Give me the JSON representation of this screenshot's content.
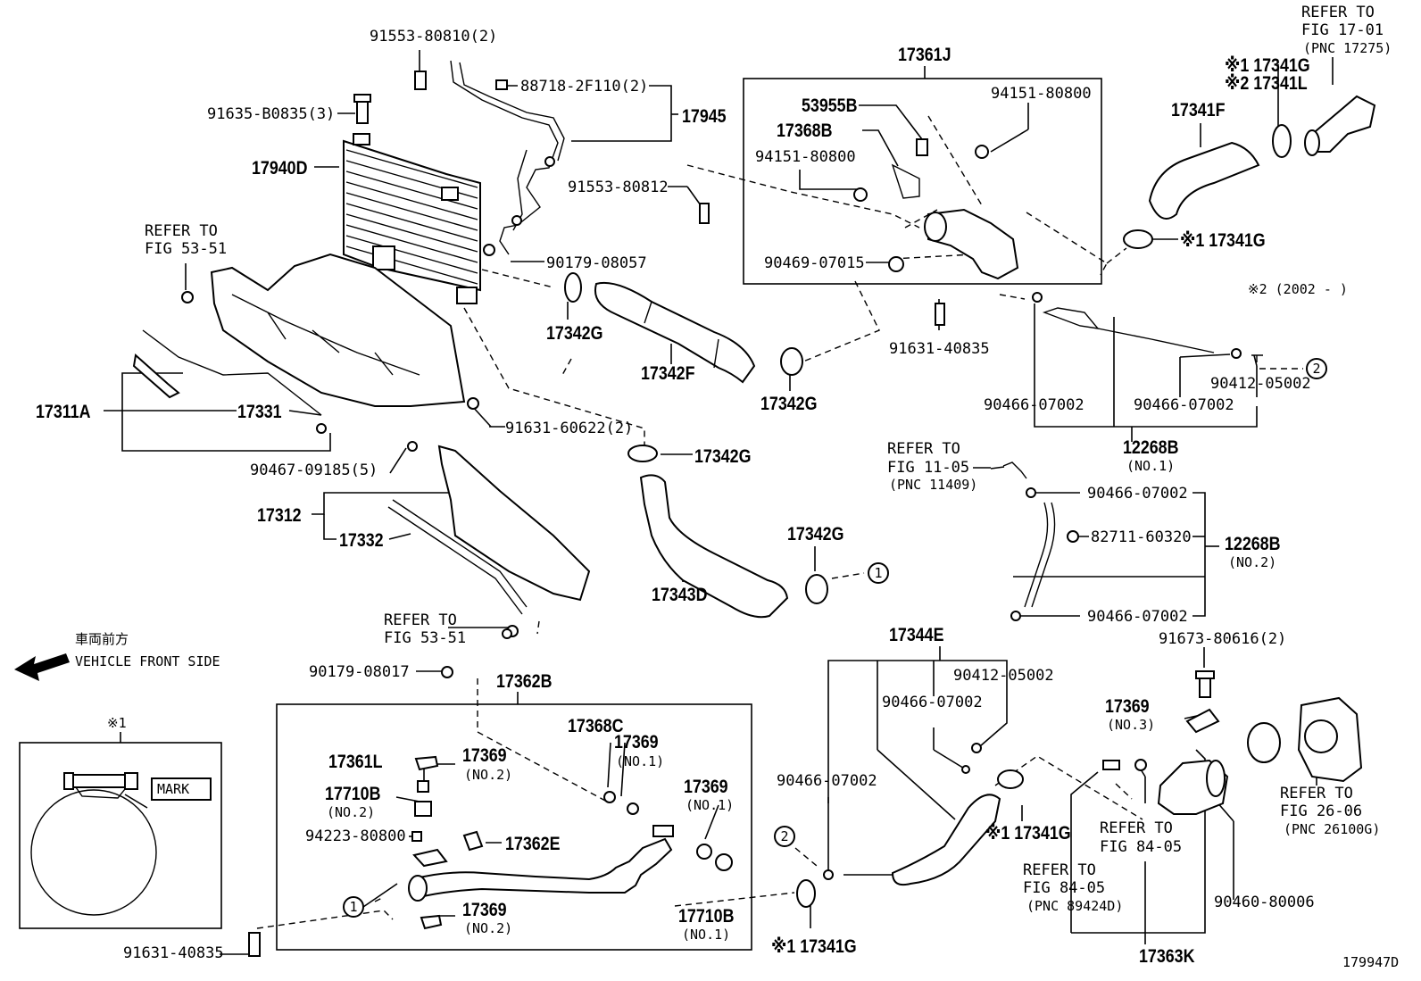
{
  "labels": {
    "p91553_80810": "91553-80810(2)",
    "p88718": "88718-2F110(2)",
    "p17945": "17945",
    "p91635": "91635-B0835(3)",
    "p17940D": "17940D",
    "p91553_80812": "91553-80812",
    "p90179_08057": "90179-08057",
    "p17342G_a": "17342G",
    "p17342F": "17342F",
    "p17342G_b": "17342G",
    "p17342G_c": "17342G",
    "p17342G_d": "17342G",
    "p17343D": "17343D",
    "p17311A": "17311A",
    "p17331": "17331",
    "p91631_60622": "91631-60622(2)",
    "p90467": "90467-09185(5)",
    "p17312": "17312",
    "p17332": "17332",
    "p17361J": "17361J",
    "p53955B": "53955B",
    "p17368B": "17368B",
    "p94151_a": "94151-80800",
    "p94151_b": "94151-80800",
    "p90469": "90469-07015",
    "p91631_40835_a": "91631-40835",
    "p17341F": "17341F",
    "p17341G_top": "※1 17341G",
    "p17341L": "※2 17341L",
    "p17341G_mid": "※1 17341G",
    "note2": "※2 (2002 -      )",
    "p90466_a": "90466-07002",
    "p90466_b": "90466-07002",
    "p90412_a": "90412-05002",
    "p12268B_1": "12268B",
    "p12268B_1_sub": "(NO.1)",
    "p90466_c": "90466-07002",
    "p82711": "82711-60320",
    "p12268B_2": "12268B",
    "p12268B_2_sub": "(NO.2)",
    "p90466_d": "90466-07002",
    "p17344E": "17344E",
    "p90412_b": "90412-05002",
    "p90466_e": "90466-07002",
    "p90466_f": "90466-07002",
    "p17341G_low": "※1 17341G",
    "p17341G_bot": "※1 17341G",
    "p91673": "91673-80616(2)",
    "p17369_3": "17369",
    "p17369_3_sub": "(NO.3)",
    "p90460": "90460-80006",
    "p17363K": "17363K",
    "p17362B": "17362B",
    "p90179_08017": "90179-08017",
    "p17368C": "17368C",
    "p17369_1a": "17369",
    "p17369_1a_sub": "(NO.1)",
    "p17369_1b": "17369",
    "p17369_1b_sub": "(NO.1)",
    "p17361L": "17361L",
    "p17369_2a": "17369",
    "p17369_2a_sub": "(NO.2)",
    "p17710B_2": "17710B",
    "p17710B_2_sub": "(NO.2)",
    "p94223": "94223-80800",
    "p17362E": "17362E",
    "p17369_2b": "17369",
    "p17369_2b_sub": "(NO.2)",
    "p17710B_1": "17710B",
    "p17710B_1_sub": "(NO.1)",
    "p91631_40835_b": "91631-40835",
    "front_jp": "車両前方",
    "front_en": "VEHICLE FRONT SIDE",
    "inset_title": "※1",
    "mark": "MARK",
    "diagram_id": "179947D"
  },
  "refers": {
    "fig17": [
      "REFER TO",
      "FIG 17-01",
      "(PNC 17275)"
    ],
    "fig53a": [
      "REFER TO",
      "FIG 53-51"
    ],
    "fig53b": [
      "REFER TO",
      "FIG 53-51"
    ],
    "fig11": [
      "REFER TO",
      "FIG 11-05",
      "(PNC 11409)"
    ],
    "fig26": [
      "REFER TO",
      "FIG 26-06",
      "(PNC 26100G)"
    ],
    "fig84a": [
      "REFER TO",
      "FIG 84-05"
    ],
    "fig84b": [
      "REFER TO",
      "FIG 84-05",
      "(PNC 89424D)"
    ]
  },
  "circles": {
    "c1": "1",
    "c2": "2"
  }
}
